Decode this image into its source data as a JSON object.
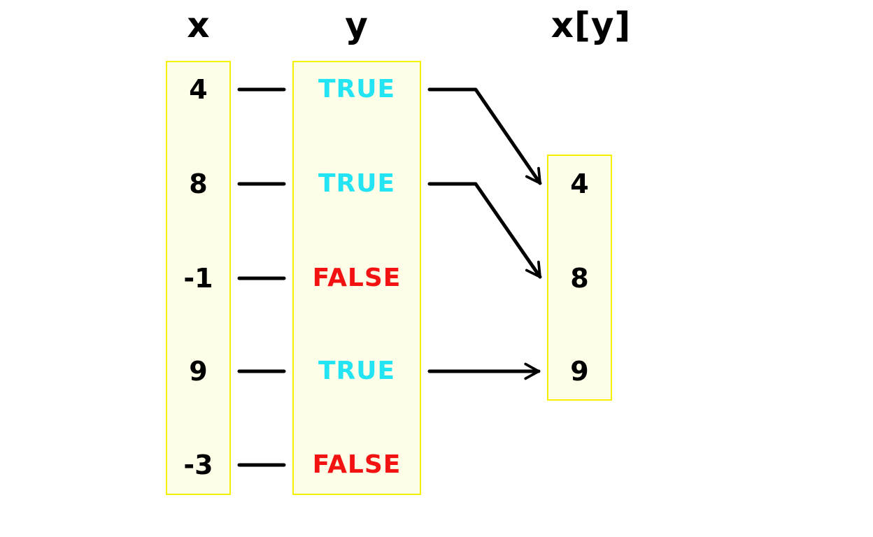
{
  "headers": {
    "x": "x",
    "y": "y",
    "result": "x[y]"
  },
  "x_values": [
    "4",
    "8",
    "-1",
    "9",
    "-3"
  ],
  "y_values": [
    "TRUE",
    "TRUE",
    "FALSE",
    "TRUE",
    "FALSE"
  ],
  "result_values": [
    "4",
    "8",
    "9"
  ],
  "colors": {
    "true": "#22e4f2",
    "false": "#f21212",
    "box_fill": "#fefee8",
    "box_border": "#f5ef00",
    "line": "#000000"
  }
}
